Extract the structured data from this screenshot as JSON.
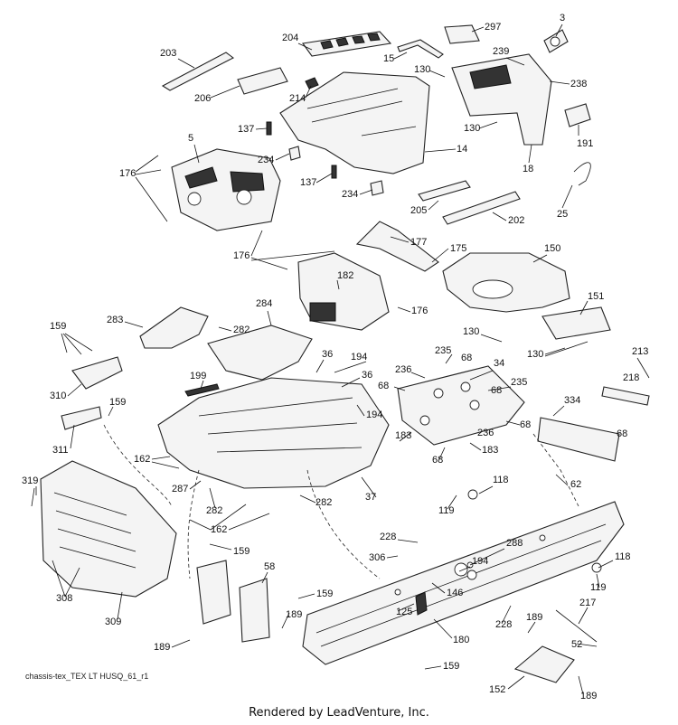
{
  "diagram": {
    "caption": "chassis-tex_TEX LT HUSQ_61_r1",
    "footer": "Rendered by LeadVenture, Inc.",
    "callouts": [
      "203",
      "204",
      "297",
      "3",
      "15",
      "239",
      "130",
      "238",
      "206",
      "214",
      "137",
      "130",
      "5",
      "234",
      "14",
      "191",
      "176",
      "18",
      "137",
      "234",
      "205",
      "202",
      "25",
      "177",
      "175",
      "176",
      "150",
      "182",
      "151",
      "283",
      "282",
      "284",
      "176",
      "159",
      "130",
      "130",
      "213",
      "36",
      "194",
      "235",
      "68",
      "34",
      "36",
      "218",
      "236",
      "235",
      "68",
      "68",
      "199",
      "310",
      "159",
      "194",
      "68",
      "236",
      "334",
      "311",
      "183",
      "183",
      "68",
      "68",
      "162",
      "287",
      "62",
      "118",
      "319",
      "282",
      "282",
      "37",
      "162",
      "119",
      "159",
      "228",
      "288",
      "306",
      "194",
      "118",
      "58",
      "159",
      "146",
      "119",
      "308",
      "309",
      "125",
      "228",
      "189",
      "217",
      "189",
      "52",
      "189",
      "180",
      "159",
      "152",
      "189"
    ]
  }
}
